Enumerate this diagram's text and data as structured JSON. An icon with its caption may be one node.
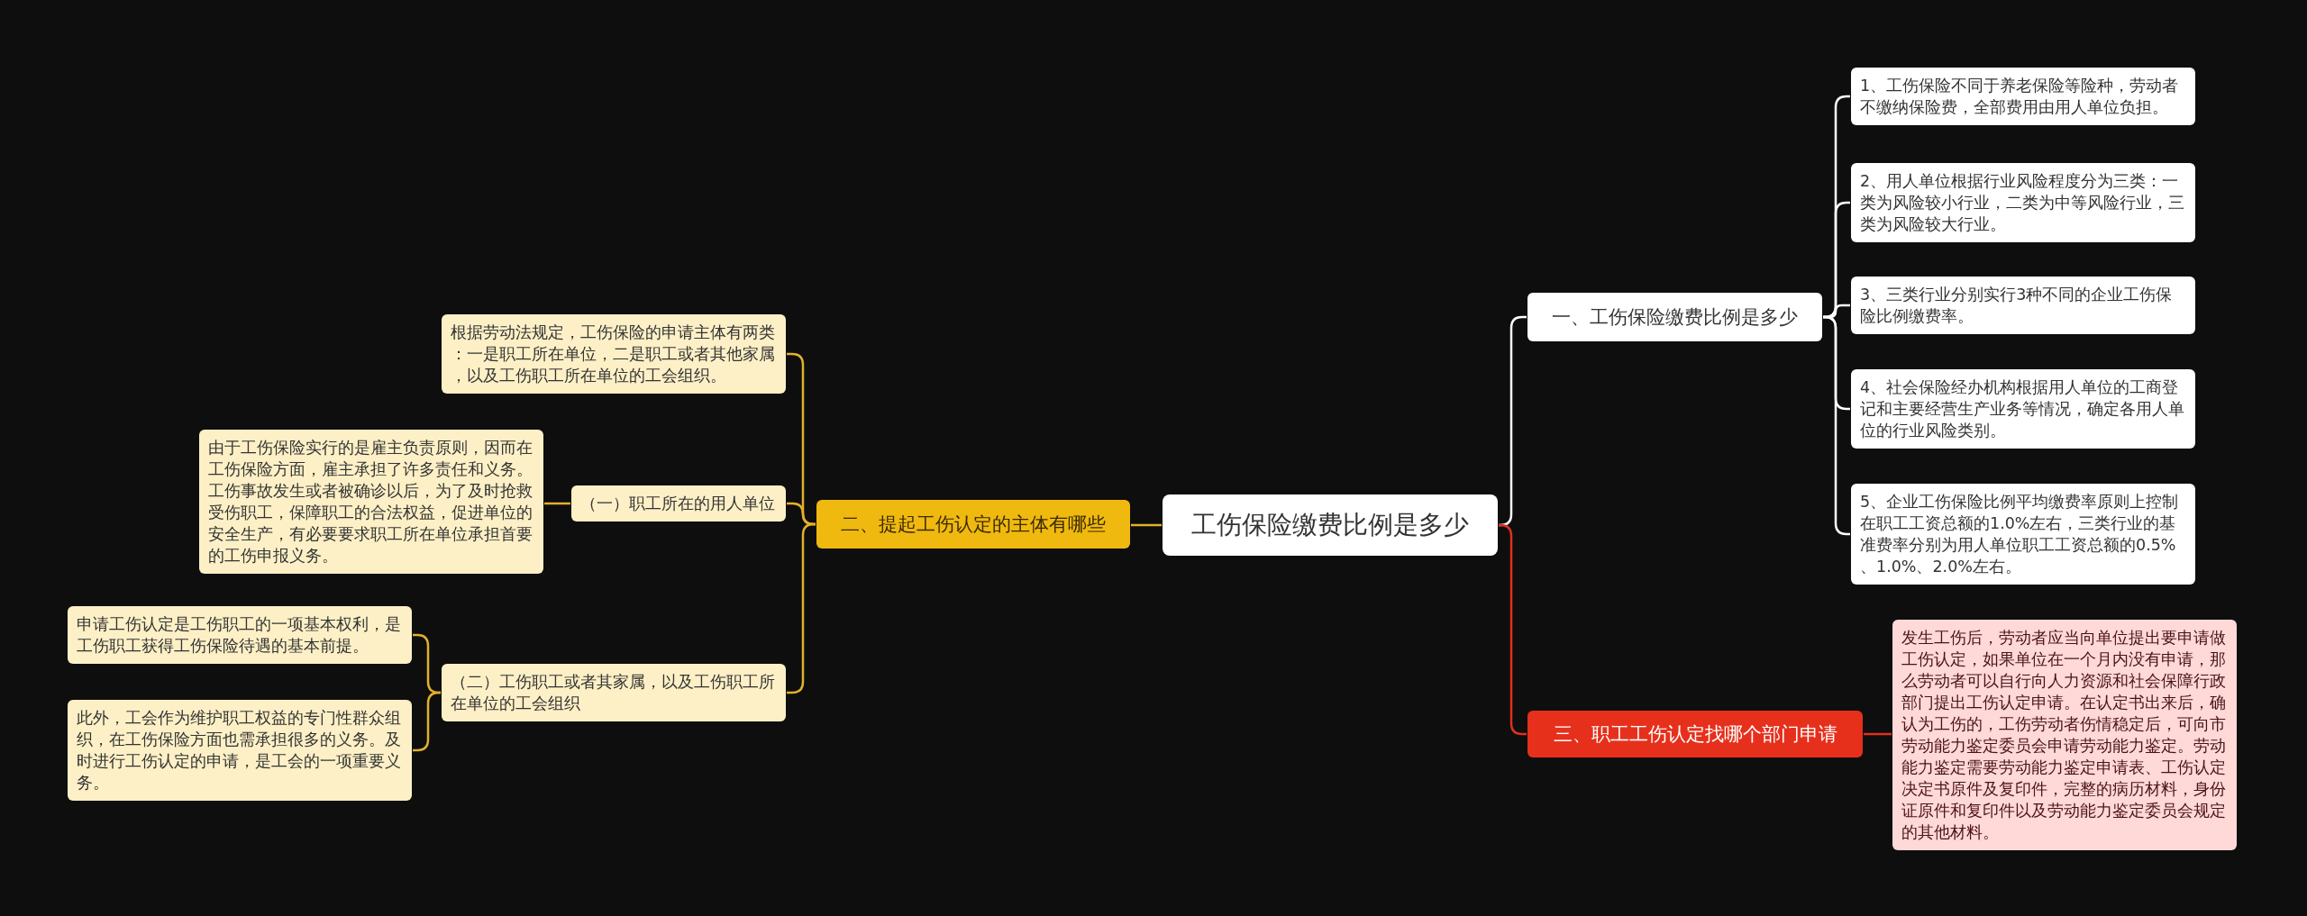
{
  "diagram": {
    "nodes": [
      {
        "text": [
          "工伤保险缴费比例是多少"
        ]
      },
      {
        "text": [
          "一、工伤保险缴费比例是多少"
        ]
      },
      {
        "text": [
          "1、工伤保险不同于养老保险等险种，劳动者不缴纳保险费，全部费用由用人单位负担。"
        ]
      },
      {
        "text": [
          "2、用人单位根据行业风险程度分为三类：一类为风险较小行业，二类为中等风险行业，三类为风险较大行业。"
        ]
      },
      {
        "text": [
          "3、三类行业分别实行3种不同的企业工伤保险比例缴费率。"
        ]
      },
      {
        "text": [
          "4、社会保险经办机构根据用人单位的工商登记和主要经营生产业务等情况，确定各用人单位的行业风险类别。"
        ]
      },
      {
        "text": [
          "5、企业工伤保险比例平均缴费率原则上控制在职工工资总额的1.0%左右，三类行业的基准费率分别为用人单位职工工资总额的0.5%、1.0%、2.0%左右。"
        ]
      },
      {
        "text": [
          "二、提起工伤认定的主体有哪些"
        ]
      },
      {
        "text": [
          "根据劳动法规定，工伤保险的申请主体有两类：一是职工所在单位，二是职工或者其他家属，以及工伤职工所在单位的工会组织。"
        ]
      },
      {
        "text": [
          "（一）职工所在的用人单位"
        ]
      },
      {
        "text": [
          "由于工伤保险实行的是雇主负责原则，因而在工伤保险方面，雇主承担了许多责任和义务。工伤事故发生或者被确诊以后，为了及时抢救受伤职工，保障职工的合法权益，促进单位的安全生产，有必要要求职工所在单位承担首要的工伤申报义务。"
        ]
      },
      {
        "text": [
          "（二）工伤职工或者其家属，以及工伤职工所在单位的工会组织"
        ]
      },
      {
        "text": [
          "申请工伤认定是工伤职工的一项基本权利，是工伤职工获得工伤保险待遇的基本前提。"
        ]
      },
      {
        "text": [
          "此外，工会作为维护职工权益的专门性群众组织，在工伤保险方面也需承担很多的义务。及时进行工伤认定的申请，是工会的一项重要义务。"
        ]
      },
      {
        "text": [
          "三、职工工伤认定找哪个部门申请"
        ]
      },
      {
        "text": [
          "发生工伤后，劳动者应当向单位提出要申请做工伤认定，如果单位在一个月内没有申请，那么劳动者可以自行向人力资源和社会保障行政部门提出工伤认定申请。在认定书出来后，确认为工伤的，工伤劳动者伤情稳定后，可向市劳动能力鉴定委员会申请劳动能力鉴定。劳动能力鉴定需要劳动能力鉴定申请表、工伤认定决定书原件及复印件，完整的病历材料，身份证原件和复印件以及劳动能力鉴定委员会规定的其他材料。"
        ]
      }
    ],
    "edges": [
      {
        "from": 0,
        "to": 1,
        "arrow": "none",
        "color": "#ffffff"
      },
      {
        "from": 1,
        "to": 2,
        "arrow": "none",
        "color": "#ffffff"
      },
      {
        "from": 1,
        "to": 3,
        "arrow": "none",
        "color": "#ffffff"
      },
      {
        "from": 1,
        "to": 4,
        "arrow": "none",
        "color": "#ffffff"
      },
      {
        "from": 1,
        "to": 5,
        "arrow": "none",
        "color": "#ffffff"
      },
      {
        "from": 1,
        "to": 6,
        "arrow": "none",
        "color": "#ffffff"
      },
      {
        "from": 0,
        "to": 7,
        "arrow": "none"
      },
      {
        "from": 7,
        "to": 8,
        "arrow": "none"
      },
      {
        "from": 7,
        "to": 9,
        "arrow": "none"
      },
      {
        "from": 9,
        "to": 10,
        "arrow": "none"
      },
      {
        "from": 7,
        "to": 11,
        "arrow": "none"
      },
      {
        "from": 11,
        "to": 12,
        "arrow": "none"
      },
      {
        "from": 11,
        "to": 13,
        "arrow": "none"
      },
      {
        "from": 0,
        "to": 14,
        "arrow": "none",
        "color": "#e0301e"
      },
      {
        "from": 14,
        "to": 15,
        "arrow": "none",
        "color": "#e0301e"
      }
    ]
  }
}
